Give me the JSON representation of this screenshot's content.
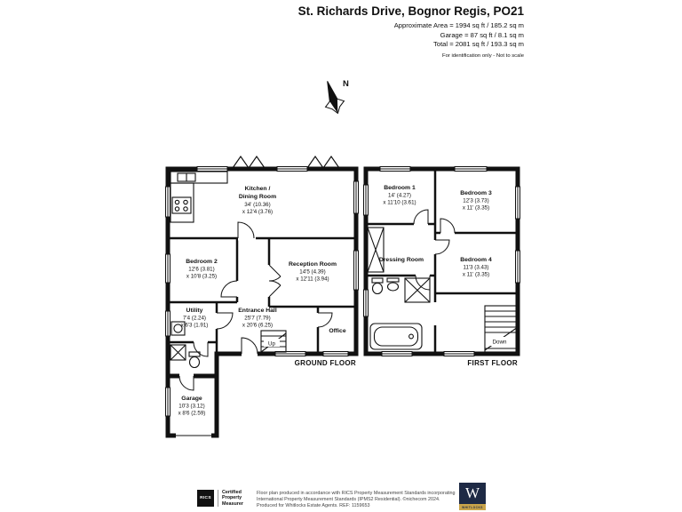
{
  "header": {
    "title": "St. Richards Drive, Bognor Regis, PO21",
    "area_line1": "Approximate Area = 1994 sq ft / 185.2 sq m",
    "area_line2": "Garage = 87 sq ft / 8.1 sq m",
    "area_line3": "Total = 2081 sq ft / 193.3 sq m",
    "note": "For identification only - Not to scale"
  },
  "compass": {
    "north": "N"
  },
  "ground_floor": {
    "title": "GROUND FLOOR",
    "kitchen_line1": "Kitchen /",
    "kitchen_line2": "Dining Room",
    "kitchen_dim1": "34' (10.36)",
    "kitchen_dim2": "x 12'4 (3.76)",
    "bedroom2_name": "Bedroom 2",
    "bedroom2_dim1": "12'6 (3.81)",
    "bedroom2_dim2": "x 10'8 (3.25)",
    "reception_name": "Reception Room",
    "reception_dim1": "14'5 (4.39)",
    "reception_dim2": "x 12'11 (3.94)",
    "hall_name": "Entrance Hall",
    "hall_dim1": "25'7 (7.79)",
    "hall_dim2": "x 20'6 (6.25)",
    "utility_name": "Utility",
    "utility_dim1": "7'4 (2.24)",
    "utility_dim2": "x 6'3 (1.91)",
    "office_name": "Office",
    "up_label": "Up",
    "garage_name": "Garage",
    "garage_dim1": "10'3 (3.12)",
    "garage_dim2": "x 8'6 (2.59)"
  },
  "first_floor": {
    "title": "FIRST FLOOR",
    "bedroom1_name": "Bedroom 1",
    "bedroom1_dim1": "14' (4.27)",
    "bedroom1_dim2": "x 11'10 (3.61)",
    "bedroom3_name": "Bedroom 3",
    "bedroom3_dim1": "12'3 (3.73)",
    "bedroom3_dim2": "x 11' (3.35)",
    "dressing_name": "Dressing Room",
    "bedroom4_name": "Bedroom 4",
    "bedroom4_dim1": "11'3 (3.43)",
    "bedroom4_dim2": "x 11' (3.35)",
    "down_label": "Down"
  },
  "footer": {
    "rics_label": "RICS",
    "cert_line1": "Certified",
    "cert_line2": "Property",
    "cert_line3": "Measurer",
    "disc_line1": "Floor plan produced in accordance with RICS Property Measurement Standards incorporating",
    "disc_line2": "International Property Measurement Standards (IPMS2 Residential). ©nichecom 2024.",
    "disc_line3": "Produced for Whitlocks Estate Agents. REF: 1159653",
    "logo_letter": "W",
    "logo_name": "WHITLOCKS"
  },
  "colors": {
    "wall": "#111111",
    "navy": "#1e2a45",
    "gold": "#c9a44a"
  }
}
